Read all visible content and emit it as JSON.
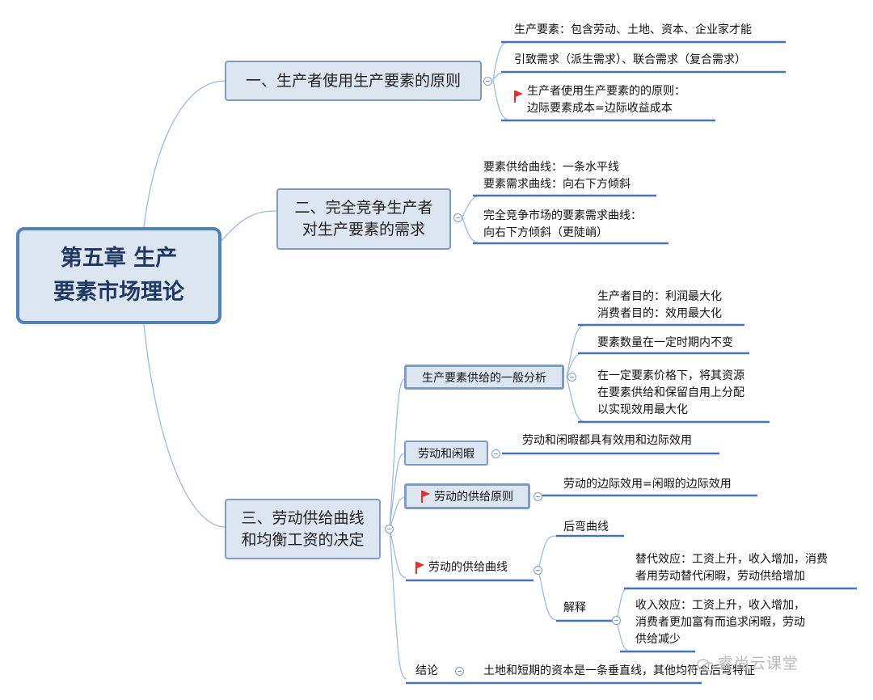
{
  "root": "第五章 生产\n要素市场理论",
  "sections": [
    {
      "label": "一、生产者使用生产要素的原则",
      "leaves": [
        "生产要素：包含劳动、土地、资本、企业家才能",
        "引致需求（派生需求）、联合需求（复合需求）",
        "生产者使用生产要素的的原则：\n边际要素成本=边际收益成本"
      ]
    },
    {
      "label": "二、完全竞争生产者\n对生产要素的需求",
      "leaves": [
        "要素供给曲线：一条水平线\n要素需求曲线：向右下方倾斜",
        "完全竞争市场的要素需求曲线：\n向右下方倾斜（更陡峭）"
      ]
    },
    {
      "label": "三、劳动供给曲线\n和均衡工资的决定",
      "subs": [
        {
          "label": "生产要素供给的一般分析",
          "leaves": [
            "生产者目的：利润最大化\n消费者目的：效用最大化",
            "要素数量在一定时期内不变",
            "在一定要素价格下，将其资源\n在要素供给和保留自用上分配\n以实现效用最大化"
          ]
        },
        {
          "label": "劳动和闲暇",
          "leaves": [
            "劳动和闲暇都具有效用和边际效用"
          ]
        },
        {
          "label": "劳动的供给原则",
          "leaves": [
            "劳动的边际效用=闲暇的边际效用"
          ]
        },
        {
          "label": "劳动的供给曲线",
          "leaves": [
            "后弯曲线"
          ],
          "explain": {
            "label": "解释",
            "leaves": [
              "替代效应：工资上升，收入增加，消费\n者用劳动替代闲暇，劳动供给增加",
              "收入效应：工资上升，收入增加，\n消费者更加富有而追求闲暇，劳动\n供给减少"
            ]
          }
        },
        {
          "label": "结论",
          "leaves": [
            "土地和短期的资本是一条垂直线，其他均符合后弯特征"
          ]
        }
      ]
    }
  ],
  "watermark": "睿尚云课堂",
  "colors": {
    "box_fill": "#dce6f1",
    "box_border": "#7d9dc6",
    "root_border": "#4f81bd",
    "line": "#9dbbe0",
    "underline": "#4472c4",
    "flag": "#e03030"
  }
}
